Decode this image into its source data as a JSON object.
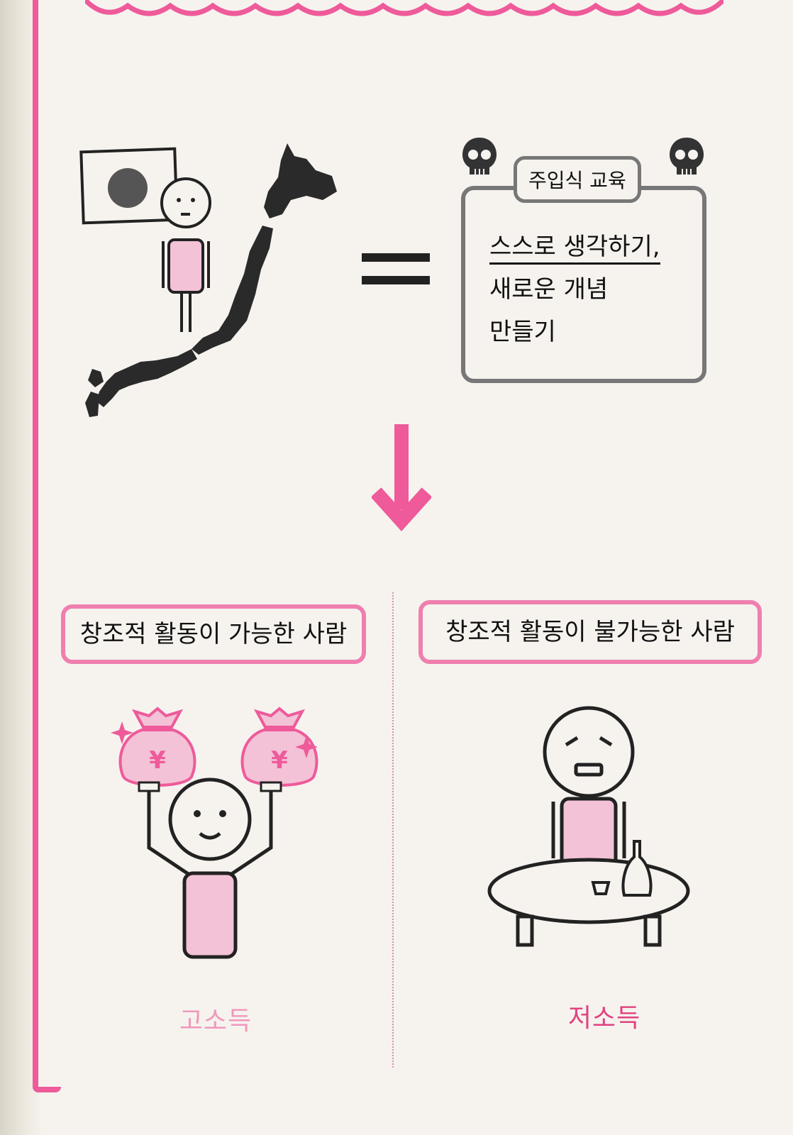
{
  "top_panel": {
    "box_title": "주입식 교육",
    "box_lines": [
      "스스로 생각하기,",
      "새로운 개념",
      "만들기"
    ]
  },
  "bottom_panel": {
    "left_label": "창조적 활동이 가능한 사람",
    "right_label": "창조적 활동이 불가능한 사람",
    "left_caption": "고소득",
    "right_caption": "저소득"
  },
  "colors": {
    "accent_pink": "#ee5a9a",
    "box_gray": "#777777",
    "text": "#111111"
  },
  "icons": [
    "japan-flag-icon",
    "japan-map-icon",
    "skull-icon",
    "money-bag-icon",
    "sake-bottle-icon"
  ]
}
